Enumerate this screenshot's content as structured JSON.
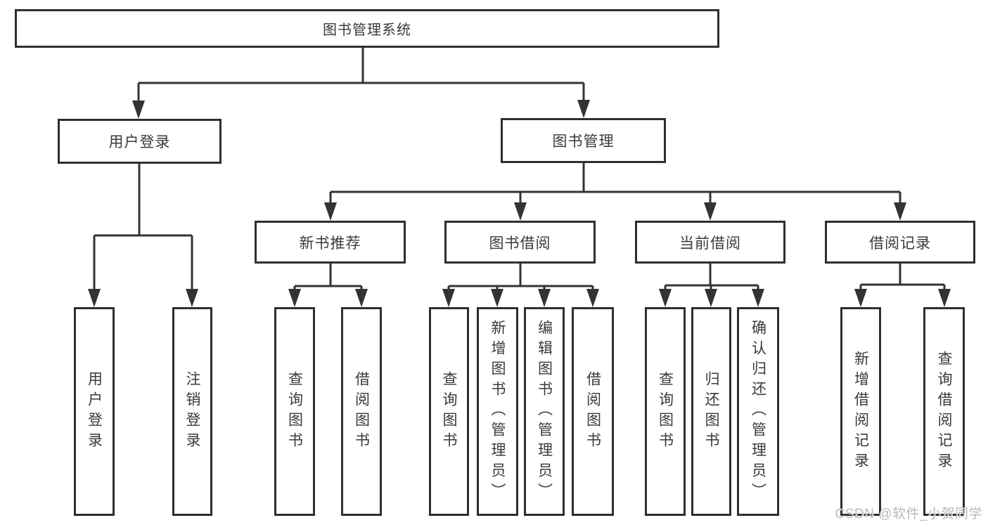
{
  "tree": {
    "label": "图书管理系统",
    "children": [
      {
        "label": "用户登录",
        "children": [
          {
            "label": "用户登录"
          },
          {
            "label": "注销登录"
          }
        ]
      },
      {
        "label": "图书管理",
        "children": [
          {
            "label": "新书推荐",
            "children": [
              {
                "label": "查询图书"
              },
              {
                "label": "借阅图书"
              }
            ]
          },
          {
            "label": "图书借阅",
            "children": [
              {
                "label": "查询图书"
              },
              {
                "label": "新增图书（管理员）"
              },
              {
                "label": "编辑图书（管理员）"
              },
              {
                "label": "借阅图书"
              }
            ]
          },
          {
            "label": "当前借阅",
            "children": [
              {
                "label": "查询图书"
              },
              {
                "label": "归还图书"
              },
              {
                "label": "确认归还（管理员）"
              }
            ]
          },
          {
            "label": "借阅记录",
            "children": [
              {
                "label": "新增借阅记录"
              },
              {
                "label": "查询借阅记录"
              }
            ]
          }
        ]
      }
    ]
  },
  "watermark": {
    "text": "CSDN @软件_小贺同学"
  },
  "colors": {
    "line": "#333333",
    "box_border": "#2f2f2f",
    "text": "#3a3a3a",
    "watermark": "#b9b9b9",
    "background": "#ffffff"
  }
}
